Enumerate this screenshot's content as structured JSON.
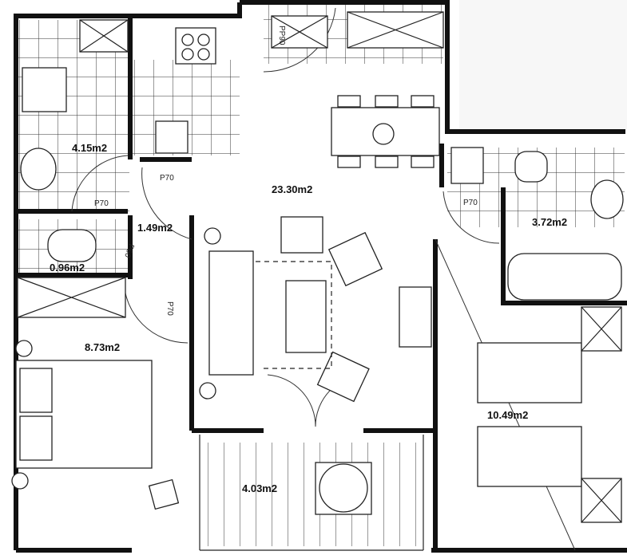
{
  "plan": {
    "rooms": [
      {
        "id": "bathroom",
        "area": "4.15m2"
      },
      {
        "id": "hall",
        "area": "1.49m2"
      },
      {
        "id": "wc",
        "area": "0.96m2"
      },
      {
        "id": "bedroom-1",
        "area": "8.73m2"
      },
      {
        "id": "living",
        "area": "23.30m2"
      },
      {
        "id": "bathroom-2",
        "area": "3.72m2"
      },
      {
        "id": "bedroom-2",
        "area": "10.49m2"
      },
      {
        "id": "balcony",
        "area": "4.03m2"
      }
    ],
    "doors": {
      "bath": "P70",
      "hall": "P70",
      "wc": "P60",
      "bedroom1": "P70",
      "bath2": "P70",
      "entry": "PP90"
    }
  }
}
